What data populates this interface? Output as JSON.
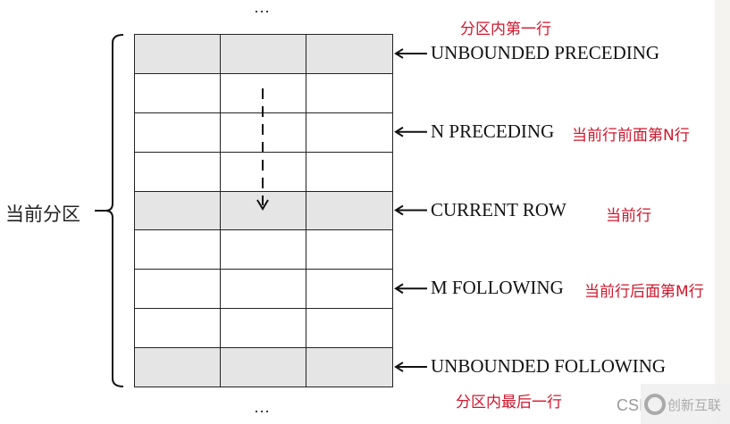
{
  "ellipsis_top": "…",
  "ellipsis_bottom": "…",
  "partition_label": "当前分区",
  "rows": 9,
  "shaded_rows": [
    0,
    4,
    8
  ],
  "labels": [
    {
      "row": 0,
      "text": "UNBOUNDED PRECEDING",
      "note": "分区内第一行"
    },
    {
      "row": 2,
      "text": "N PRECEDING",
      "note": "当前行前面第N行"
    },
    {
      "row": 4,
      "text": "CURRENT ROW",
      "note": "当前行"
    },
    {
      "row": 6,
      "text": "M FOLLOWING",
      "note": "当前行后面第M行"
    },
    {
      "row": 8,
      "text": "UNBOUNDED FOLLOWING",
      "note": "分区内最后一行"
    }
  ],
  "watermark": {
    "prefix": "CSI",
    "brand": "创新互联"
  },
  "colors": {
    "shade": "#e5e5e5",
    "note": "#d0162b"
  }
}
